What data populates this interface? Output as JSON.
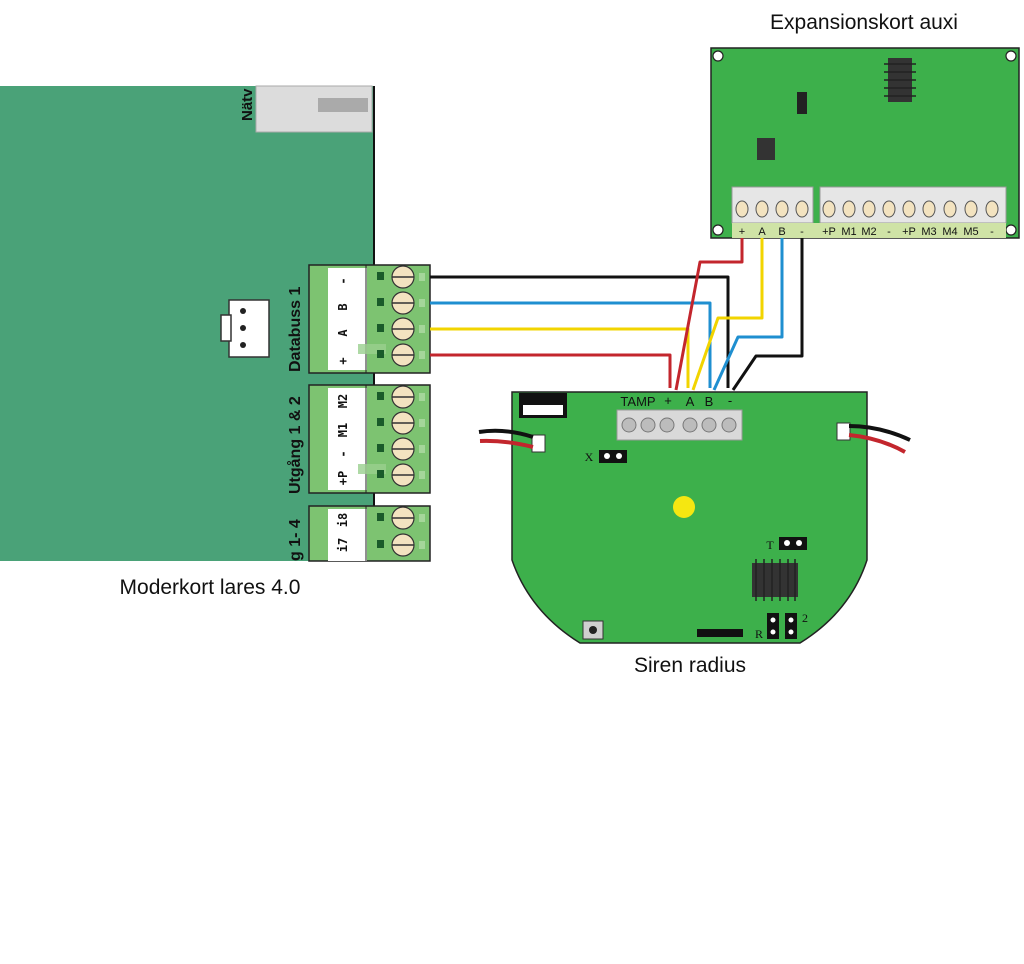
{
  "colors": {
    "mainboard": "#4aa278",
    "board_green": "#3db04b",
    "terminal_green": "#7dc371",
    "wire_black": "#111111",
    "wire_blue": "#1f8fd0",
    "wire_yellow": "#f2d400",
    "wire_red": "#c3262d"
  },
  "labels": {
    "expansion_title": "Expansionskort auxi",
    "mainboard_title": "Moderkort lares 4.0",
    "siren_title": "Siren radius",
    "network_cut": "Nätv",
    "databus_label": "Databuss 1",
    "output_label": "Utgång 1 & 2",
    "input_label": "g 1- 4"
  },
  "mainboard_terminals": {
    "databus": [
      "-",
      "B",
      "A",
      "+"
    ],
    "outputs": [
      "M2",
      "M1",
      "-",
      "+P"
    ],
    "inputs": [
      "i8",
      "i7"
    ]
  },
  "expansion_terminals": [
    "+",
    "A",
    "B",
    "-",
    "+P",
    "M1",
    "M2",
    "-",
    "+P",
    "M3",
    "M4",
    "M5",
    "-"
  ],
  "siren": {
    "tamp_label": "TAMP",
    "terminals": [
      "+",
      "A",
      "B",
      "-"
    ],
    "jumper_x": "X",
    "jumper_t": "T",
    "jumper_r": "R",
    "jumper_2": "2"
  }
}
